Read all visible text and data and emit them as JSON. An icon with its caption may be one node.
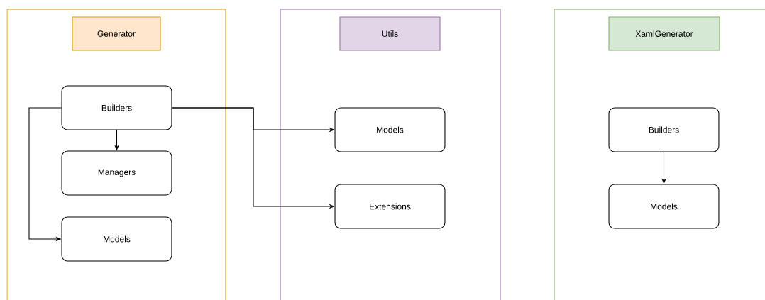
{
  "diagram": {
    "nodes": [
      {
        "text": [],
        "shape": "box"
      },
      {
        "text": [
          "Generator"
        ],
        "in": 0
      },
      {
        "text": [
          "Builders"
        ],
        "in": 0
      },
      {
        "text": [
          "Managers"
        ],
        "in": 0
      },
      {
        "text": [
          "Models"
        ],
        "in": 0
      },
      {
        "text": [],
        "shape": "box"
      },
      {
        "text": [
          "Utils"
        ],
        "in": 5
      },
      {
        "text": [
          "Models"
        ],
        "in": 5
      },
      {
        "text": [
          "Extensions"
        ],
        "in": 5
      },
      {
        "text": [],
        "shape": "box"
      },
      {
        "text": [
          "XamlGenerator"
        ],
        "in": 9
      },
      {
        "text": [
          "Builders"
        ],
        "in": 9
      },
      {
        "text": [
          "Models"
        ],
        "in": 9
      }
    ],
    "edges": [
      {
        "from": 2,
        "to": 3,
        "arrow": "to"
      },
      {
        "from": 2,
        "to": 4,
        "arrow": "to"
      },
      {
        "from": 2,
        "to": 7,
        "arrow": "to"
      },
      {
        "from": 2,
        "to": 8,
        "arrow": "to"
      },
      {
        "from": 11,
        "to": 12,
        "arrow": "to"
      }
    ]
  }
}
